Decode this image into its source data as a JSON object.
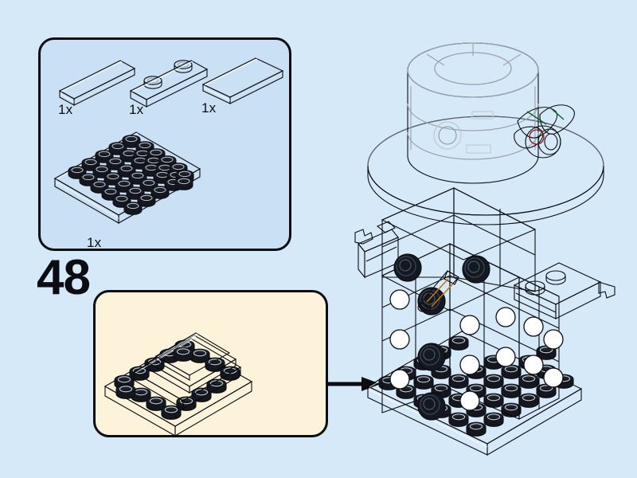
{
  "page": {
    "background_color": "#d6e9f8",
    "step_number": "48",
    "set_theme": "BrickHeadz Snowman"
  },
  "parts_box": {
    "name": "parts-callout",
    "border_color": "#0b0d12",
    "fill_color": "#c9e0f5",
    "parts": [
      {
        "id": "tile-1x4-black",
        "label": "1x",
        "color": "#14171d",
        "description": "Tile 1 x 4, black"
      },
      {
        "id": "plate-1x4-2studs-black",
        "label": "1x",
        "color": "#14171d",
        "description": "Plate 1 x 4 with 2 studs, black"
      },
      {
        "id": "tile-2x4-black",
        "label": "1x",
        "color": "#14171d",
        "description": "Tile 2 x 4, black"
      },
      {
        "id": "plate-6x6-black",
        "label": "1x",
        "color": "#14171d",
        "description": "Plate 6 x 6, black"
      }
    ]
  },
  "callout": {
    "name": "sub-assembly-callout",
    "fill_color": "#fdf3db",
    "border_color": "#0b0d12",
    "description": "Black 6x6 plate with black tiles and plate layered on top"
  },
  "arrow": {
    "name": "assembly-arrow",
    "color": "#0b0d12",
    "direction": "right"
  },
  "model": {
    "name": "snowman-brickheadz",
    "colors": {
      "hat": "#141820",
      "body": "#ffffff",
      "baseplate": "#14171d",
      "nose": "#f5951f",
      "arms": "#6b3a1b",
      "holly_leaf": "#1f9d40",
      "holly_berry": "#e42a20",
      "eyes": "#141820"
    },
    "elements": [
      {
        "id": "top-hat",
        "label": "Black top hat with wide brim"
      },
      {
        "id": "holly-sprig",
        "label": "Green holly leaves with red berry"
      },
      {
        "id": "head",
        "label": "White snowman head"
      },
      {
        "id": "carrot-nose",
        "label": "Orange carrot nose"
      },
      {
        "id": "coal-eyes",
        "label": "Black round eyes"
      },
      {
        "id": "body",
        "label": "White snowman body with coal buttons"
      },
      {
        "id": "left-arm",
        "label": "Brown branch arm (left)"
      },
      {
        "id": "right-arm",
        "label": "Brown plate arm (right)"
      },
      {
        "id": "base-plate",
        "label": "Black 6x6 base plate"
      }
    ]
  }
}
